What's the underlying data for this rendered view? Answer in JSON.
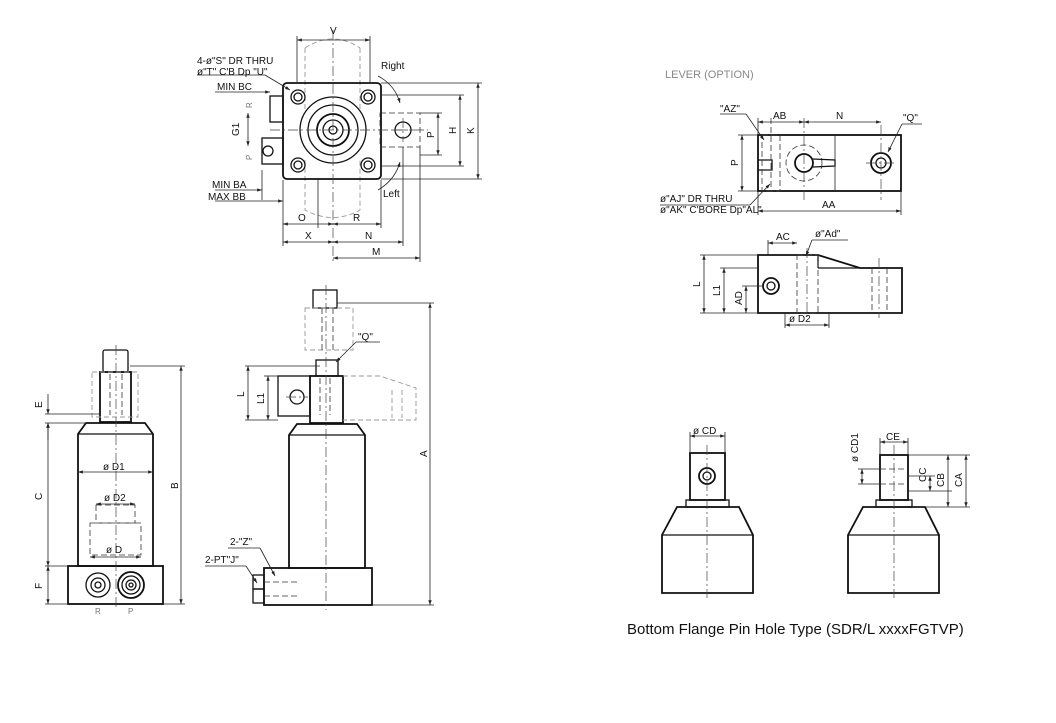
{
  "top_view": {
    "V": "V",
    "right": "Right",
    "left": "Left",
    "note_s": "4-ø\"S\" DR THRU",
    "note_t": "ø\"T\" C'B Dp \"U\"",
    "min_bc": "MIN BC",
    "min_ba": "MIN BA",
    "max_bb": "MAX BB",
    "g1": "G1",
    "r": "R",
    "p": "P",
    "P": "P",
    "H": "H",
    "K": "K",
    "O": "O",
    "R": "R",
    "X": "X",
    "N": "N",
    "M": "M"
  },
  "front_view": {
    "E": "E",
    "C": "C",
    "F": "F",
    "B": "B",
    "d1": "ø D1",
    "d2": "ø D2",
    "d": "ø D",
    "port_r": "R",
    "port_p": "P"
  },
  "side_view": {
    "Q": "\"Q\"",
    "L": "L",
    "L1": "L1",
    "A": "A",
    "z": "2-\"Z\"",
    "pt": "2-PT\"J\""
  },
  "lever": {
    "heading": "LEVER (OPTION)",
    "AZ": "\"AZ\"",
    "AB": "AB",
    "N": "N",
    "Q": "\"Q\"",
    "P": "P",
    "note_aj": "ø\"AJ\" DR THRU",
    "note_ak": "ø\"AK\" C'BORE Dp\"AL\"",
    "AA": "AA",
    "AC": "AC",
    "Ad": "ø\"Ad\"",
    "L": "L",
    "L1": "L1",
    "AD": "AD",
    "D2": "ø D2"
  },
  "pin": {
    "CD": "ø CD",
    "CE": "CE",
    "CD1": "ø CD1",
    "CC": "CC",
    "CB": "CB",
    "CA": "CA",
    "caption": "Bottom Flange Pin Hole Type (SDR/L xxxxFGTVP)"
  }
}
